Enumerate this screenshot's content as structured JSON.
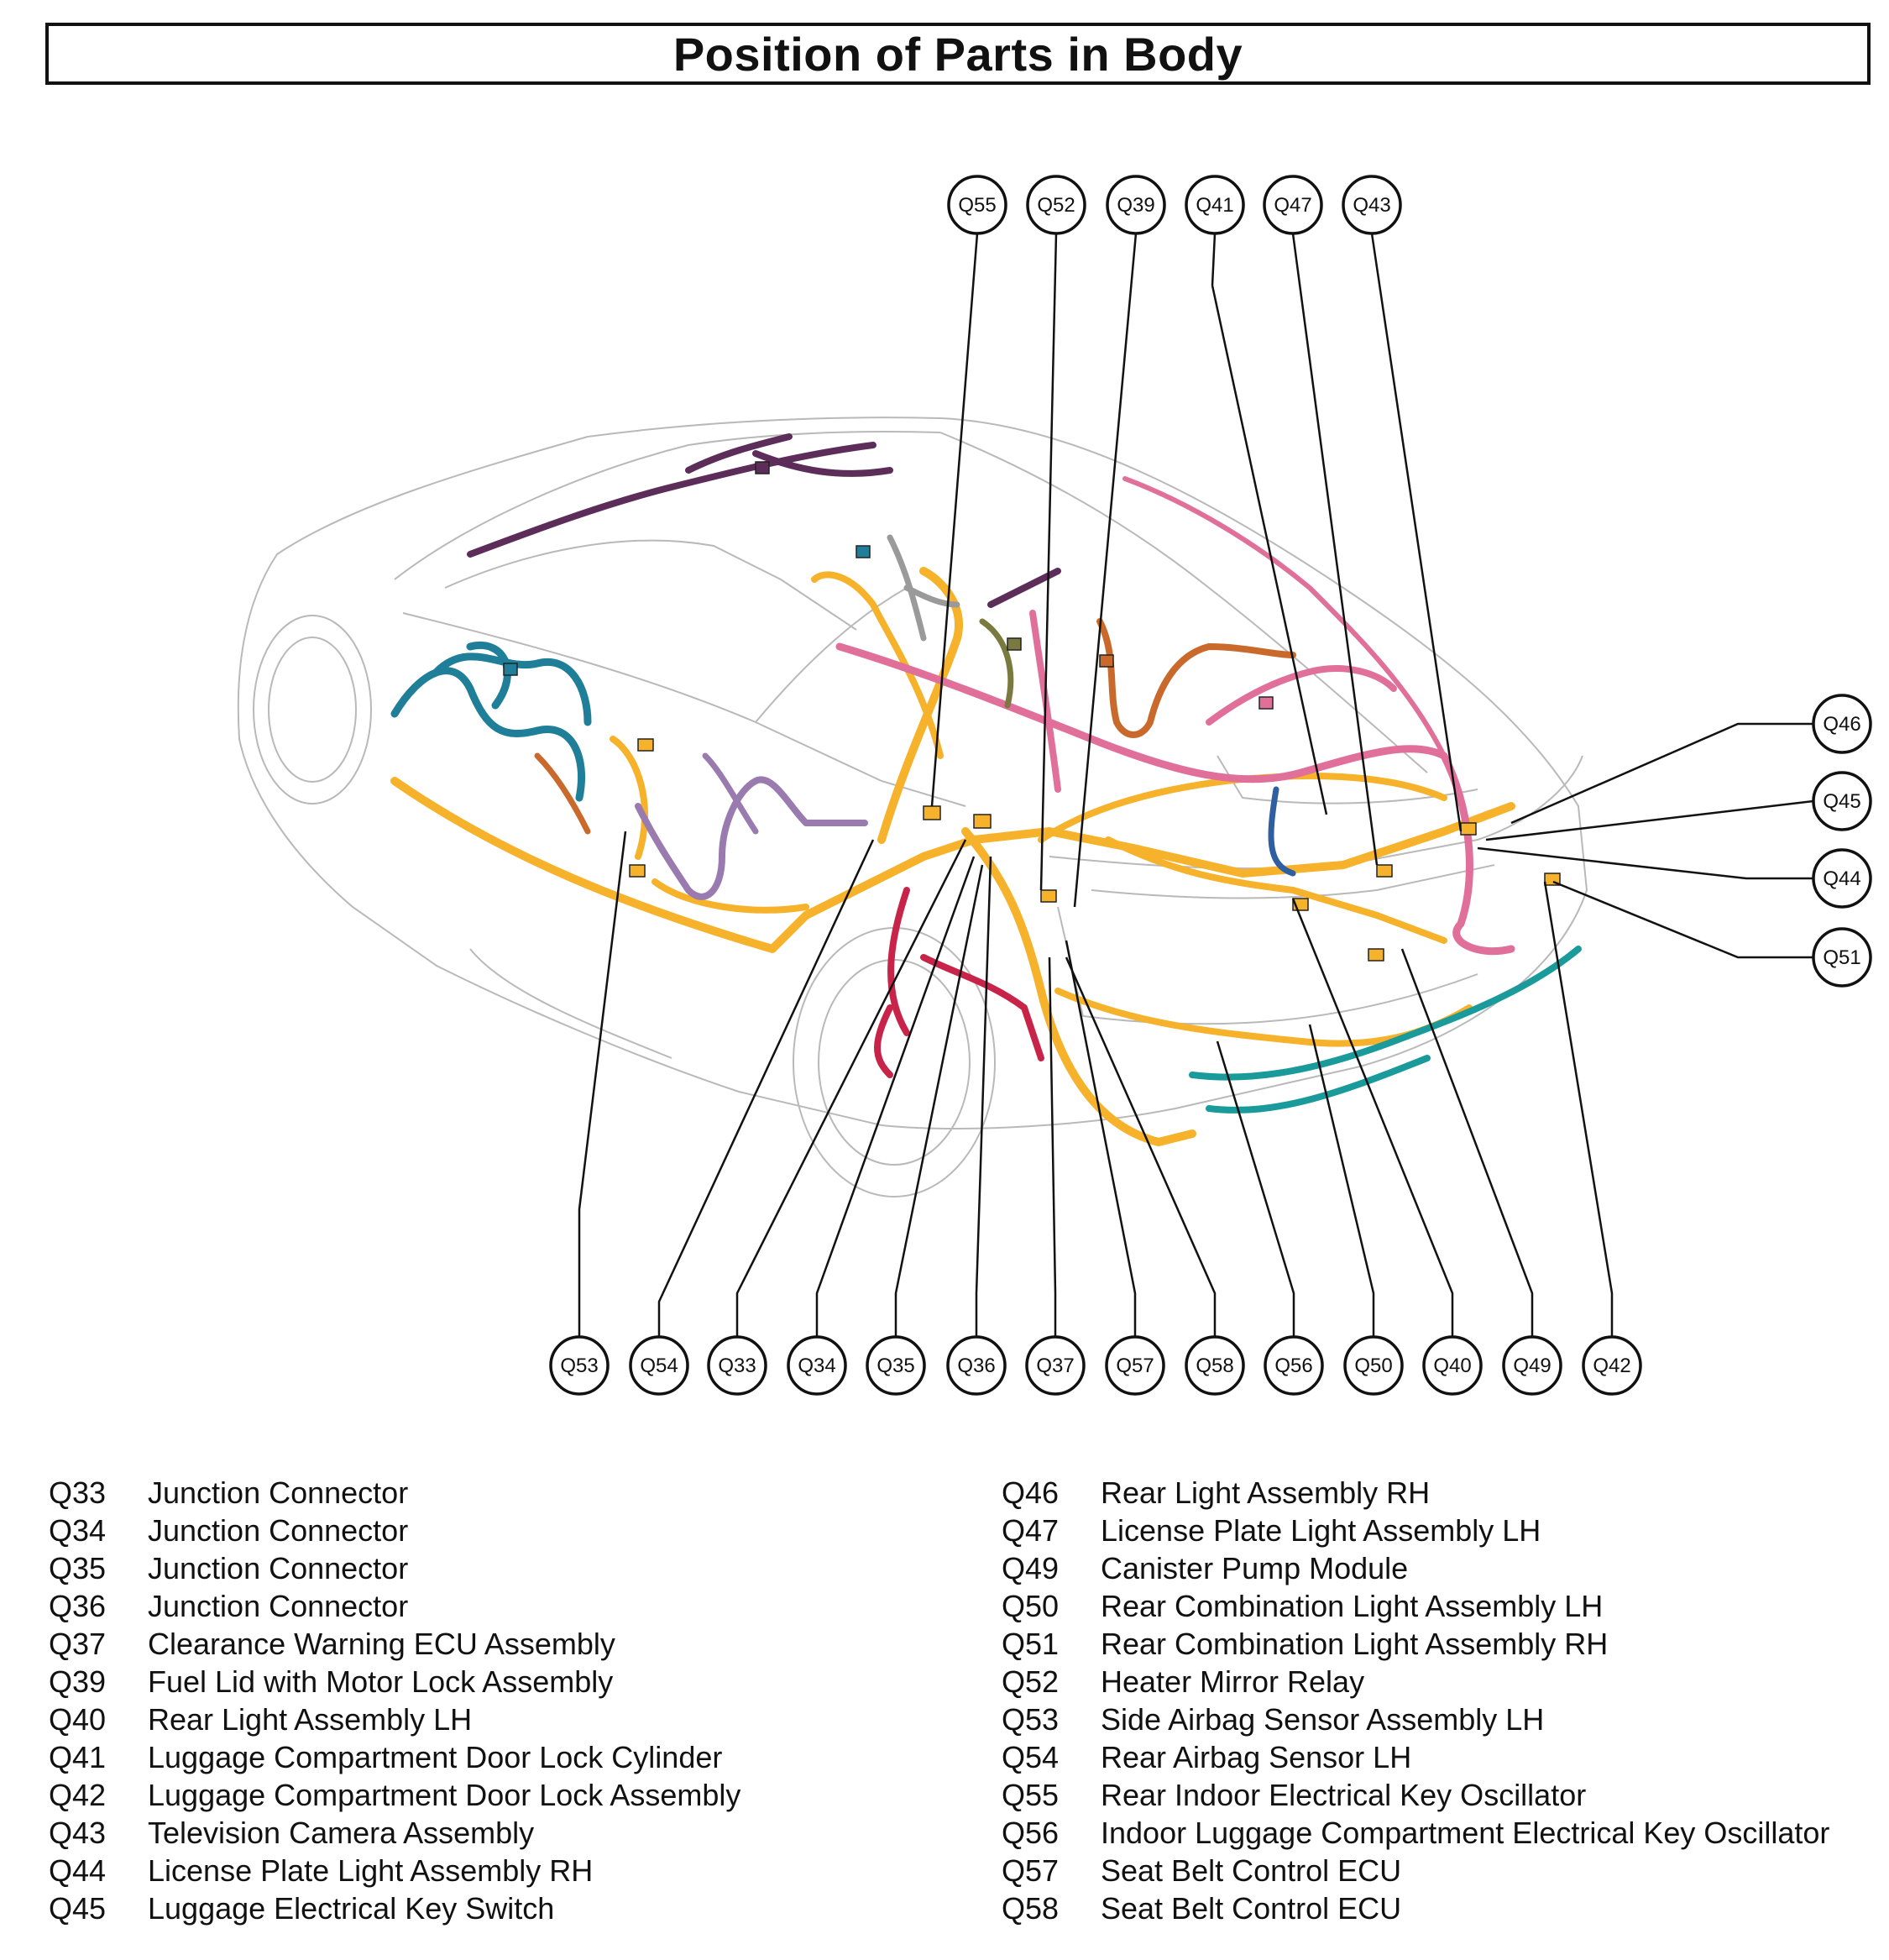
{
  "title": "Position of Parts in Body",
  "top_callouts": [
    "Q55",
    "Q52",
    "Q39",
    "Q41",
    "Q47",
    "Q43"
  ],
  "right_callouts": [
    "Q46",
    "Q45",
    "Q44",
    "Q51"
  ],
  "bottom_callouts": [
    "Q53",
    "Q54",
    "Q33",
    "Q34",
    "Q35",
    "Q36",
    "Q37",
    "Q57",
    "Q58",
    "Q56",
    "Q50",
    "Q40",
    "Q49",
    "Q42"
  ],
  "harness_colors": {
    "main": "#f5b22a",
    "teal": "#1f7f99",
    "purple": "#5c2d59",
    "pink": "#e0709a",
    "orange": "#c96a2c",
    "lavender": "#9a7bb0",
    "crimson": "#c8244a",
    "gray": "#9a9a9a",
    "olive": "#7a7a40",
    "blue": "#2f5fa0",
    "sea": "#1a9a9a"
  },
  "legend_left": [
    {
      "code": "Q33",
      "name": "Junction Connector"
    },
    {
      "code": "Q34",
      "name": "Junction Connector"
    },
    {
      "code": "Q35",
      "name": "Junction Connector"
    },
    {
      "code": "Q36",
      "name": "Junction Connector"
    },
    {
      "code": "Q37",
      "name": "Clearance Warning ECU Assembly"
    },
    {
      "code": "Q39",
      "name": "Fuel Lid with Motor Lock Assembly"
    },
    {
      "code": "Q40",
      "name": "Rear Light Assembly LH"
    },
    {
      "code": "Q41",
      "name": "Luggage Compartment Door Lock Cylinder"
    },
    {
      "code": "Q42",
      "name": "Luggage Compartment Door Lock Assembly"
    },
    {
      "code": "Q43",
      "name": "Television Camera Assembly"
    },
    {
      "code": "Q44",
      "name": "License Plate Light Assembly RH"
    },
    {
      "code": "Q45",
      "name": "Luggage Electrical Key Switch"
    }
  ],
  "legend_right": [
    {
      "code": "Q46",
      "name": "Rear Light Assembly RH"
    },
    {
      "code": "Q47",
      "name": "License Plate Light Assembly LH"
    },
    {
      "code": "Q49",
      "name": "Canister Pump Module"
    },
    {
      "code": "Q50",
      "name": "Rear Combination Light Assembly LH"
    },
    {
      "code": "Q51",
      "name": "Rear Combination Light Assembly RH"
    },
    {
      "code": "Q52",
      "name": "Heater Mirror Relay"
    },
    {
      "code": "Q53",
      "name": "Side Airbag Sensor Assembly LH"
    },
    {
      "code": "Q54",
      "name": "Rear Airbag Sensor LH"
    },
    {
      "code": "Q55",
      "name": "Rear Indoor Electrical Key Oscillator"
    },
    {
      "code": "Q56",
      "name": "Indoor Luggage Compartment Electrical Key Oscillator"
    },
    {
      "code": "Q57",
      "name": "Seat Belt Control ECU"
    },
    {
      "code": "Q58",
      "name": "Seat Belt Control ECU"
    }
  ]
}
